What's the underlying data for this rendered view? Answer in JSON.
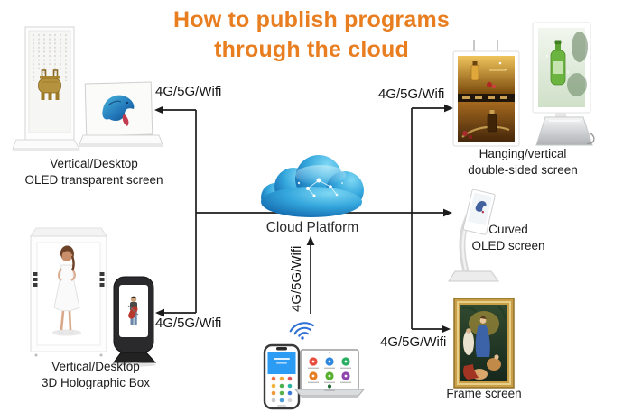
{
  "title": {
    "line1": "How to publish programs",
    "line2": "through the cloud"
  },
  "cloud": {
    "label": "Cloud Platform",
    "icon": "cloud-icon"
  },
  "connections": {
    "top_left": {
      "label": "4G/5G/Wifi"
    },
    "top_right": {
      "label": "4G/5G/Wifi"
    },
    "bottom_left": {
      "label": "4G/5G/Wifi"
    },
    "bottom_right": {
      "label": "4G/5G/Wifi"
    },
    "uplink": {
      "label": "4G/5G/Wifi"
    }
  },
  "devices": {
    "oled_transparent": {
      "label_line1": "Vertical/Desktop",
      "label_line2": "OLED transparent screen"
    },
    "double_sided": {
      "label_line1": "Hanging/vertical",
      "label_line2": "double-sided screen"
    },
    "curved_oled": {
      "label_line1": "Curved",
      "label_line2": "OLED screen"
    },
    "frame_screen": {
      "label": "Frame screen"
    },
    "holographic_box": {
      "label_line1": "Vertical/Desktop",
      "label_line2": "3D Holographic Box"
    }
  },
  "colors": {
    "title_accent": "#e87e20",
    "connector_line": "#1c1c1c",
    "cloud_dark_blue": "#0b5ca4",
    "cloud_light_blue": "#7fd8f4",
    "wifi_blue": "#2e6fd6"
  }
}
